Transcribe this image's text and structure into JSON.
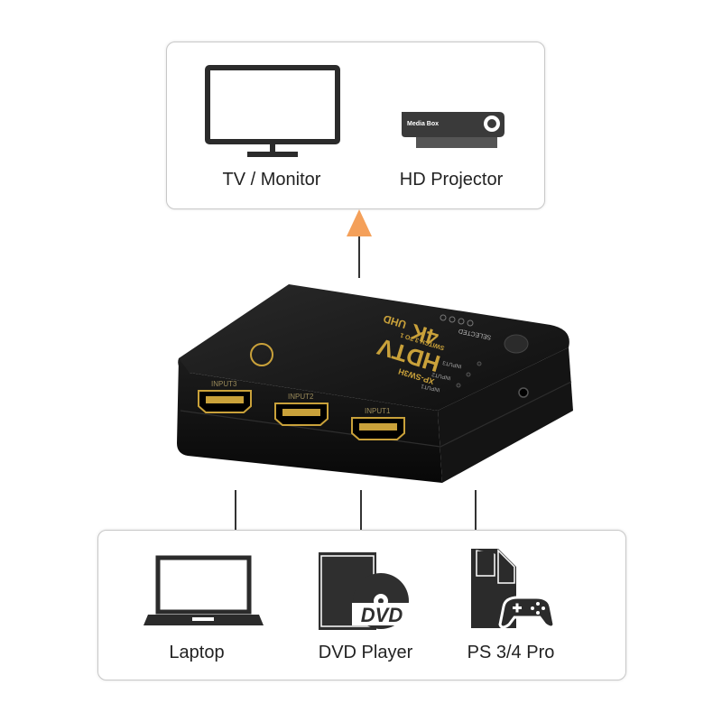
{
  "outputs": [
    {
      "label": "TV / Monitor",
      "icon": "tv-monitor-icon"
    },
    {
      "label": "HD Projector",
      "icon": "projector-icon",
      "device_text": "Media Box"
    }
  ],
  "inputs": [
    {
      "label": "Laptop",
      "icon": "laptop-icon"
    },
    {
      "label": "DVD Player",
      "icon": "dvd-player-icon",
      "badge": "DVD"
    },
    {
      "label": "PS 3/4 Pro",
      "icon": "game-console-icon"
    }
  ],
  "switch": {
    "logo_text": "HDTV",
    "resolution_text": "4K",
    "uhd_text": "UHD",
    "model_text": "XP-SW3H",
    "subtitle_text": "SWITCH 3 TO 1",
    "selected_label": "SELECTED",
    "port_labels": [
      "INPUT3",
      "INPUT2",
      "INPUT1"
    ],
    "led_labels": [
      "INPUT3",
      "INPUT2",
      "INPUT1"
    ]
  },
  "colors": {
    "arrow": "#f4a05a",
    "device": "#161616",
    "gold": "#c9a13a",
    "icon": "#2b2b2b"
  }
}
